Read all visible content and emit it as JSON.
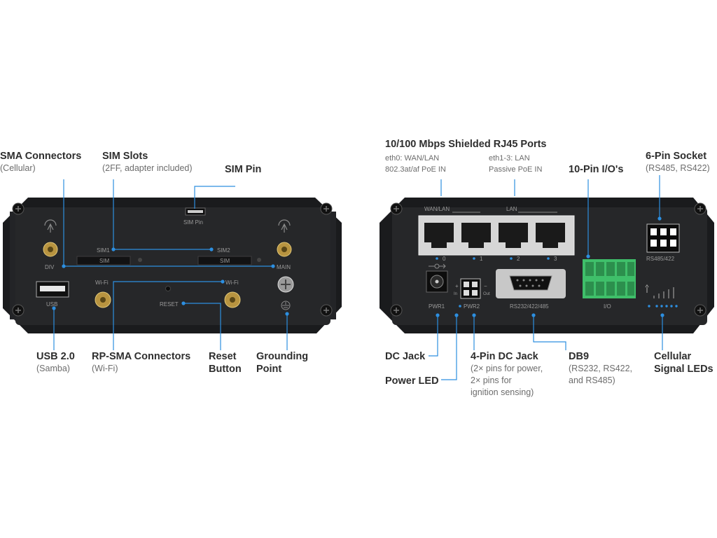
{
  "colors": {
    "callout_line": "#2d8fe0",
    "device_body": "#1b1c1e",
    "connector_gold": "#c9a44a",
    "terminal_green": "#4bd37a"
  },
  "left_labels": {
    "sma": {
      "title": "SMA Connectors",
      "sub": "(Cellular)"
    },
    "sim_slots": {
      "title": "SIM Slots",
      "sub": "(2FF, adapter included)"
    },
    "sim_pin": {
      "title": "SIM Pin"
    },
    "usb": {
      "title": "USB 2.0",
      "sub": "(Samba)"
    },
    "rpsma": {
      "title": "RP-SMA Connectors",
      "sub": "(Wi-Fi)"
    },
    "reset": {
      "title": "Reset",
      "title2": "Button"
    },
    "ground": {
      "title": "Grounding",
      "title2": "Point"
    }
  },
  "right_labels": {
    "rj45": {
      "title": "10/100 Mbps Shielded RJ45 Ports",
      "eth0_a": "eth0: WAN/LAN",
      "eth0_b": "802.3at/af PoE IN",
      "eth1_a": "eth1-3: LAN",
      "eth1_b": "Passive PoE IN"
    },
    "io": {
      "title": "10-Pin I/O's"
    },
    "socket": {
      "title": "6-Pin Socket",
      "sub": "(RS485, RS422)"
    },
    "dcjack": {
      "title": "DC Jack"
    },
    "powerled": {
      "title": "Power LED"
    },
    "fourpin": {
      "title": "4-Pin DC Jack",
      "sub1": "(2× pins for power,",
      "sub2": "2× pins for",
      "sub3": "ignition sensing)"
    },
    "db9": {
      "title": "DB9",
      "sub1": "(RS232, RS422,",
      "sub2": "and RS485)"
    },
    "signal": {
      "title": "Cellular",
      "title2": "Signal LEDs"
    }
  },
  "device_left_text": {
    "sim_pin": "SIM Pin",
    "sim1": "SIM1",
    "sim2": "SIM2",
    "sim_a": "SIM",
    "sim_b": "SIM",
    "div": "DIV",
    "main": "MAIN",
    "usb": "USB",
    "wifi_a": "Wi-Fi",
    "wifi_b": "Wi-Fi",
    "reset": "RESET"
  },
  "device_right_text": {
    "wan_lan": "WAN/LAN",
    "lan": "LAN",
    "p0": "0",
    "p1": "1",
    "p2": "2",
    "p3": "3",
    "pwr1": "PWR1",
    "pwr2": "PWR2",
    "in": "In",
    "out": "Out",
    "rs232": "RS232/422/485",
    "io": "I/O",
    "rs485": "RS485/422",
    "plus": "+",
    "minus": "−"
  },
  "icons": [
    "antenna-icon",
    "ground-icon",
    "signal-bars-icon",
    "dc-polarity-icon"
  ]
}
